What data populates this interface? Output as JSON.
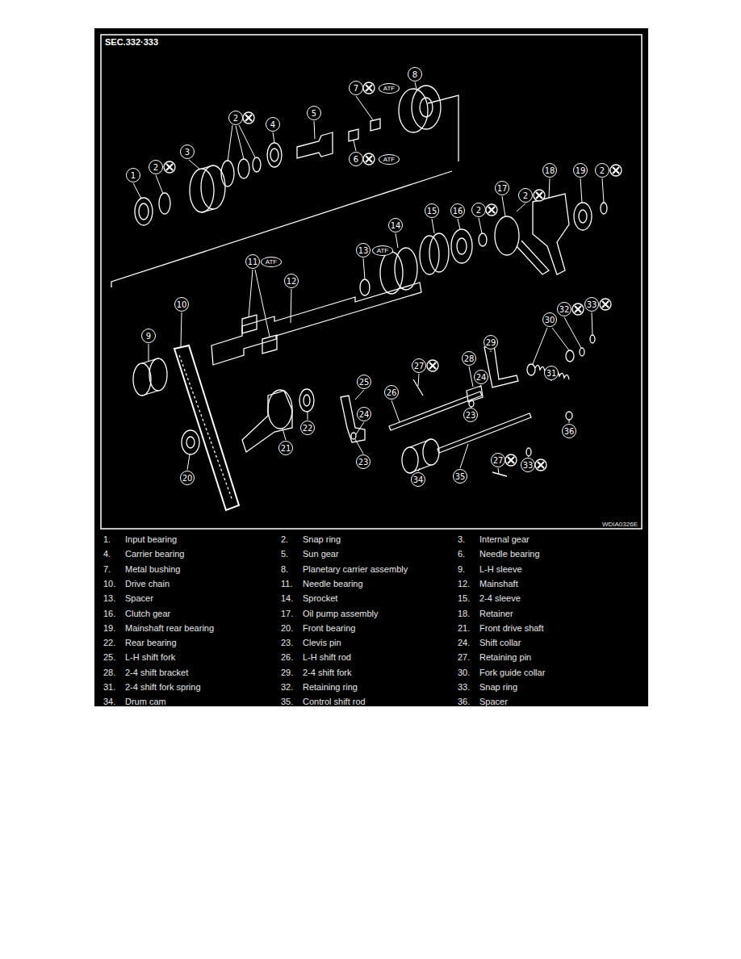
{
  "diagram": {
    "title": "SEC.332·333",
    "labels": [
      "8",
      "7",
      "2",
      "5",
      "4",
      "3",
      "6",
      "2",
      "1",
      "18",
      "19",
      "2",
      "17",
      "2",
      "14",
      "15",
      "16",
      "2",
      "13",
      "11",
      "12",
      "10",
      "30",
      "32",
      "33",
      "9",
      "29",
      "28",
      "27",
      "24",
      "31",
      "25",
      "26",
      "24",
      "23",
      "36",
      "22",
      "21",
      "27",
      "23",
      "33",
      "35",
      "34",
      "20",
      "ATF",
      "ATF",
      "ATF",
      "ATF",
      "WDIA0326E",
      "1.",
      "Input bearing",
      "2.",
      "Snap ring",
      "3.",
      "Internal gear",
      "4.",
      "Carrier bearing",
      "5.",
      "Sun gear",
      "6.",
      "Needle bearing",
      "7.",
      "Metal bushing",
      "8.",
      "Planetary carrier assembly",
      "9.",
      "L-H sleeve",
      "10.",
      "Drive chain",
      "11.",
      "Needle bearing",
      "12.",
      "Mainshaft",
      "13.",
      "Spacer",
      "14.",
      "Sprocket",
      "15.",
      "2-4 sleeve",
      "16.",
      "Clutch gear",
      "17.",
      "Oil pump assembly",
      "18.",
      "Retainer",
      "19.",
      "Mainshaft rear bearing",
      "20.",
      "Front bearing",
      "21.",
      "Front drive shaft",
      "22.",
      "Rear bearing",
      "23.",
      "Clevis pin",
      "24.",
      "Shift collar",
      "25.",
      "L-H shift fork",
      "26.",
      "L-H shift rod",
      "27.",
      "Retaining pin",
      "28.",
      "2-4 shift bracket",
      "29.",
      "2-4 shift fork",
      "30.",
      "Fork guide collar",
      "31.",
      "2-4 shift fork spring",
      "32.",
      "Retaining ring",
      "33.",
      "Snap ring",
      "34.",
      "Drum cam",
      "35.",
      "Control shift rod",
      "36.",
      "Spacer"
    ]
  }
}
